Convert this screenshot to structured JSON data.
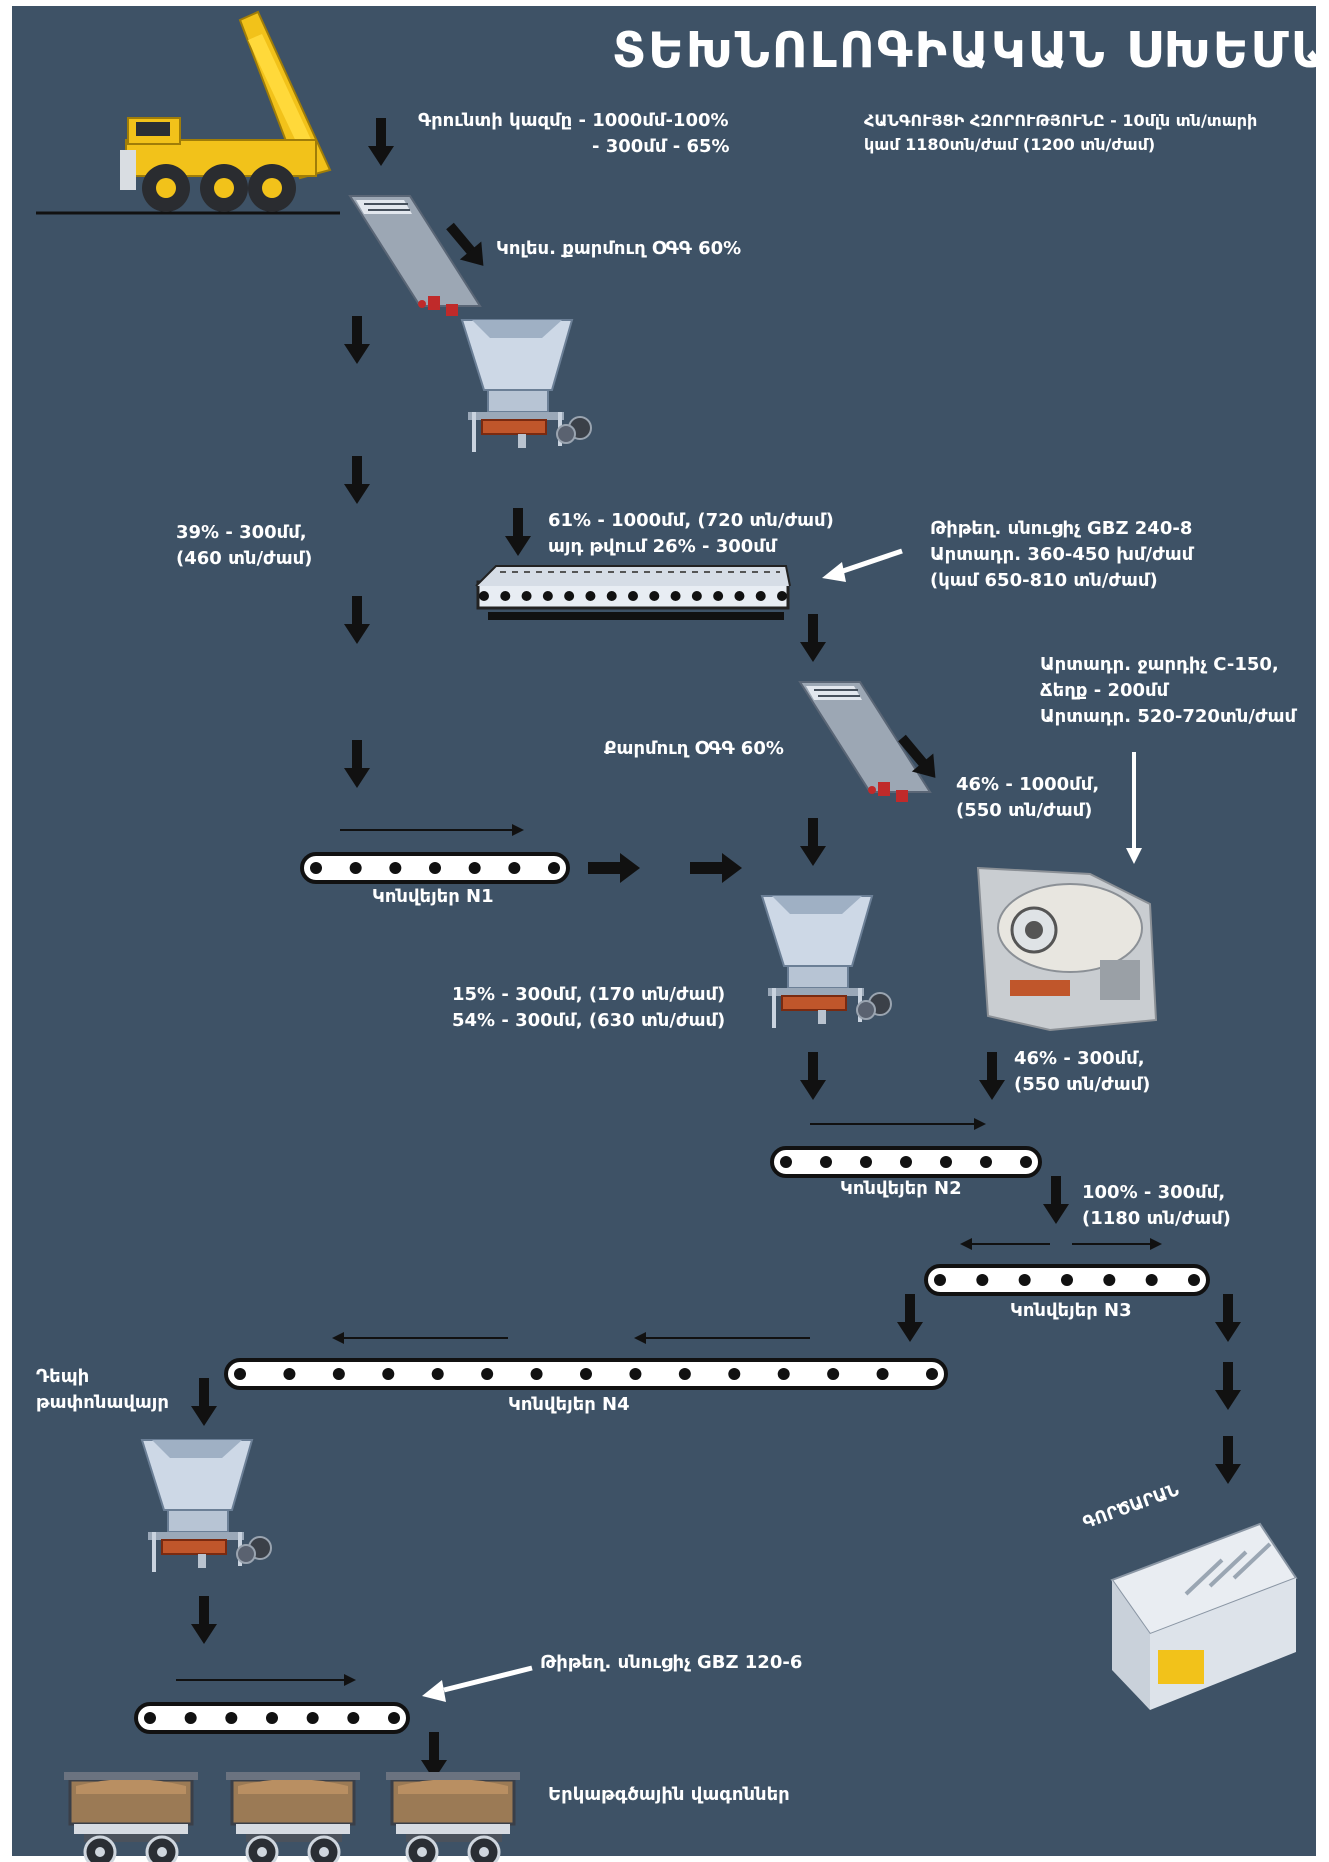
{
  "title": "ՏԵԽՆՈԼՈԳԻԱԿԱՆ ՍԽԵՄԱ",
  "capacity": {
    "line1": "ՀԱՆԳՈՒՅՑԻ ՀԶՈՐՈՒԹՅՈՒՆԸ - 10մլն տն/տարի",
    "line2": "կամ 1180տն/ժամ (1200 տն/ժամ)"
  },
  "feed": {
    "line1": "Գրունտի կազմը - 1000մմ-100%",
    "line2": "- 300մմ - 65%"
  },
  "grizzly1": "Կոլես. քարմուղ ՕԳԳ 60%",
  "bypass": {
    "line1": "39% - 300մմ,",
    "line2": "(460 տն/ժամ)"
  },
  "feeder_out": {
    "line1": "61% - 1000մմ, (720 տն/ժամ)",
    "line2": "այդ թվում 26% - 300մմ"
  },
  "feeder_spec": {
    "line1": "Թիթեղ. սնուցիչ GBZ 240-8",
    "line2": "Արտադր. 360-450 խմ/ժամ",
    "line3": "(կամ 650-810 տն/ժամ)"
  },
  "crusher_spec": {
    "line1": "Արտադր. ջարդիչ C-150,",
    "line2": "Ճեղք - 200մմ",
    "line3": "Արտադր. 520-720տն/ժամ"
  },
  "grizzly2": "Քարմուղ ՕԳԳ 60%",
  "to_crusher": {
    "line1": "46% - 1000մմ,",
    "line2": "(550 տն/ժամ)"
  },
  "conveyor1": "Կոնվեյեր N1",
  "feeder2": {
    "line1": "15% - 300մմ, (170 տն/ժամ)",
    "line2": "54% - 300մմ, (630 տն/ժամ)"
  },
  "crusher_out": {
    "line1": "46% - 300մմ,",
    "line2": "(550 տն/ժամ)"
  },
  "conveyor2": "Կոնվեյեր N2",
  "total": {
    "line1": "100% - 300մմ,",
    "line2": "(1180 տն/ժամ)"
  },
  "conveyor3": "Կոնվեյեր N3",
  "conveyor4": "Կոնվեյեր N4",
  "to_loader": {
    "line1": "Դեպի",
    "line2": "թափոնավայր"
  },
  "feeder3": "Թիթեղ. սնուցիչ GBZ 120-6",
  "wagons": "Երկաթգծային վագոններ",
  "factory": "ԳՈՐԾԱՐԱՆ",
  "colors": {
    "background": "#3e5266",
    "arrow": "#111111",
    "text": "#ffffff",
    "truck": "#f2c21a"
  },
  "icons": [
    "dump-truck-icon",
    "grizzly-screen-icon",
    "hopper-feeder-icon",
    "plate-feeder-icon",
    "jaw-crusher-icon",
    "conveyor-icon",
    "factory-icon",
    "rail-wagon-icon"
  ]
}
